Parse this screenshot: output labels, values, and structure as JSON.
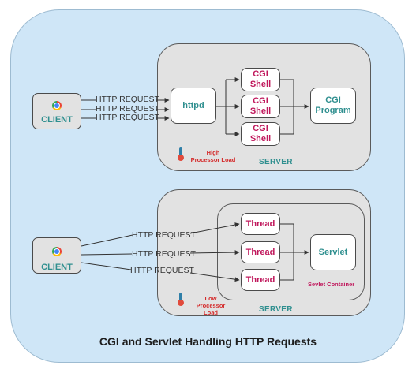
{
  "caption": "CGI and Servlet Handling HTTP Requests",
  "colors": {
    "background_panel": "#cfe6f7",
    "server_box": "#e2e2e2",
    "node_text_teal": "#2f8f8f",
    "node_text_crimson": "#c0185c",
    "load_text": "#d42a2a"
  },
  "cgi_section": {
    "client": {
      "label": "CLIENT",
      "icon": "chrome-icon"
    },
    "requests": [
      "HTTP REQUEST",
      "HTTP REQUEST",
      "HTTP REQUEST"
    ],
    "httpd": "httpd",
    "shells": [
      {
        "line1": "CGI",
        "line2": "Shell"
      },
      {
        "line1": "CGI",
        "line2": "Shell"
      },
      {
        "line1": "CGI",
        "line2": "Shell"
      }
    ],
    "program": {
      "line1": "CGI",
      "line2": "Program"
    },
    "load": {
      "line1": "High",
      "line2": "Processor Load",
      "icon": "thermometer-icon"
    },
    "server_label": "SERVER"
  },
  "servlet_section": {
    "client": {
      "label": "CLIENT",
      "icon": "chrome-icon"
    },
    "requests": [
      "HTTP REQUEST",
      "HTTP REQUEST",
      "HTTP REQUEST"
    ],
    "threads": [
      "Thread",
      "Thread",
      "Thread"
    ],
    "servlet": "Servlet",
    "container_label": "Sevlet Container",
    "load": {
      "line1": "Low",
      "line2": "Processor Load",
      "icon": "thermometer-icon"
    },
    "server_label": "SERVER"
  }
}
